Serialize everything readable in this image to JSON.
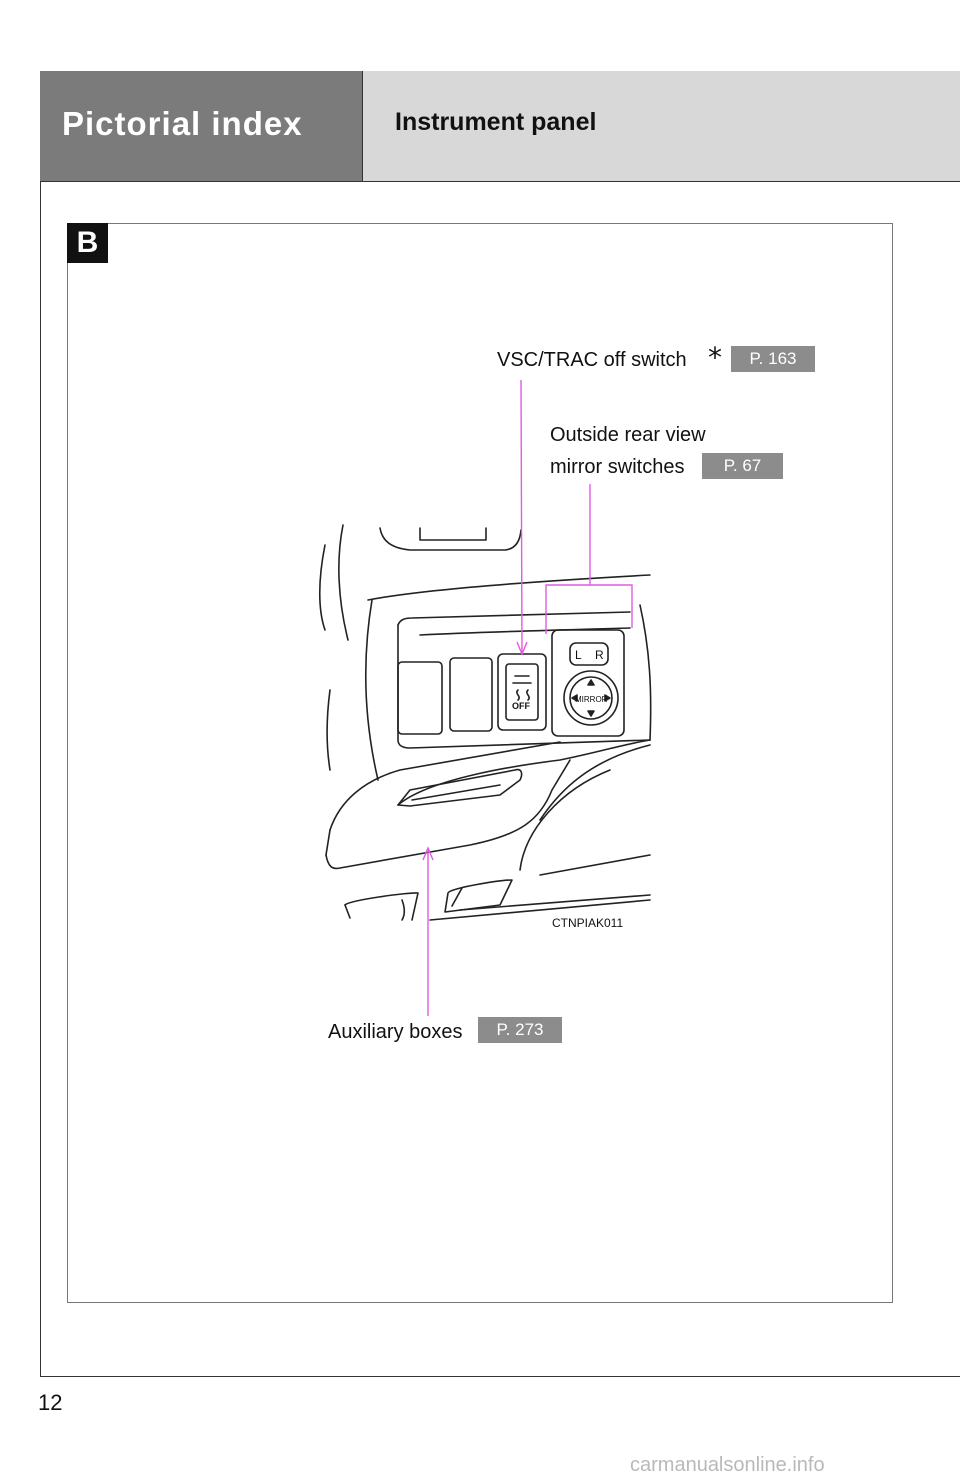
{
  "header": {
    "section_title": "Pictorial index",
    "sub_title": "Instrument panel"
  },
  "section_badge": "B",
  "callouts": {
    "vsc": {
      "label": "VSC/TRAC off switch",
      "asterisk": "*",
      "page_ref": "P. 163"
    },
    "mirror": {
      "label_line1": "Outside rear view",
      "label_line2": "mirror switches",
      "page_ref": "P. 67"
    },
    "aux": {
      "label": "Auxiliary boxes",
      "page_ref": "P. 273"
    }
  },
  "illustration": {
    "code": "CTNPIAK011",
    "off_text": "OFF",
    "mirror_text": "MIRROR",
    "left_text": "L",
    "right_text": "R"
  },
  "page_number": "12",
  "watermark": "carmanualsonline.info",
  "colors": {
    "header_dark": "#7b7b7b",
    "header_light": "#d8d8d8",
    "leader": "#e05ce0",
    "page_ref_bg": "#8c8c8c"
  }
}
